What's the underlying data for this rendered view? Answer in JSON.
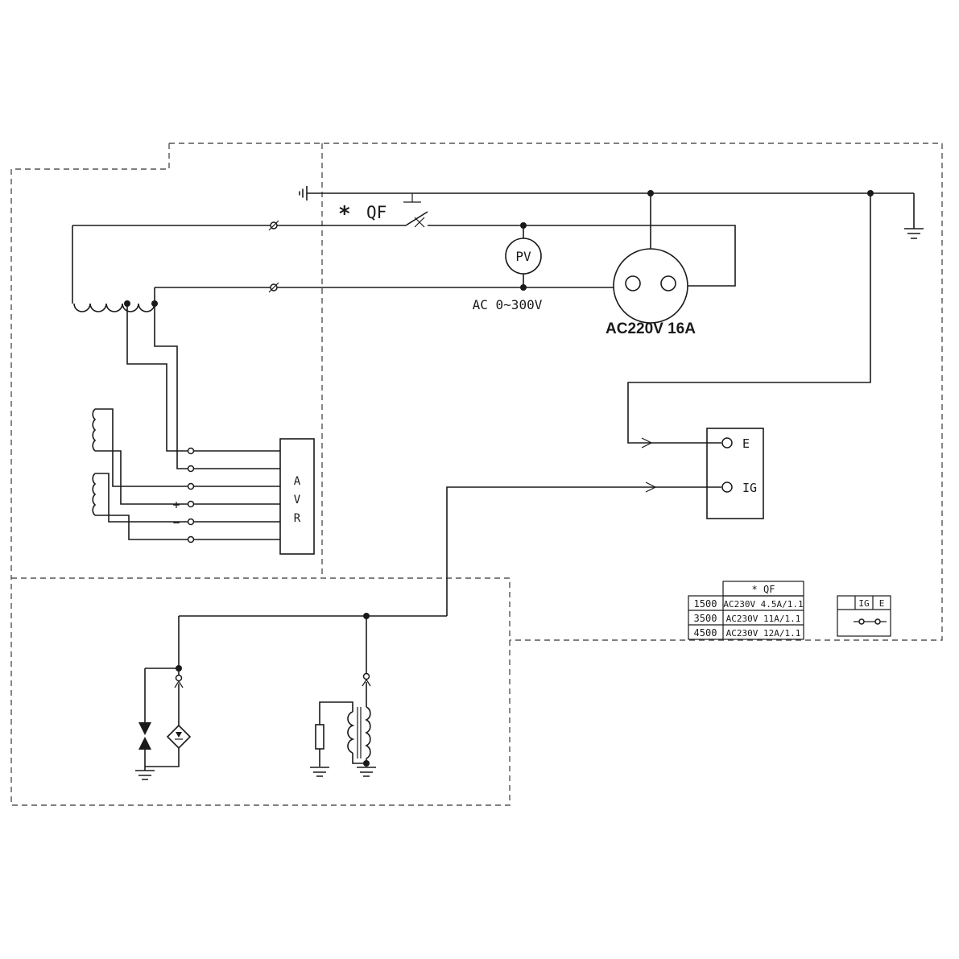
{
  "diagram": {
    "type": "generator-wiring-schematic",
    "labels": {
      "asterisk": "*",
      "breaker": "QF",
      "voltmeter": "PV",
      "voltmeter_range": "AC 0~300V",
      "socket": "AC220V 16A",
      "terminal_e": "E",
      "terminal_ig": "IG",
      "avr": [
        "A",
        "V",
        "R"
      ],
      "plus": "+",
      "minus": "−"
    },
    "qf_table": {
      "header": "* QF",
      "rows": [
        {
          "model": "1500",
          "spec": "AC230V 4.5A/1.1"
        },
        {
          "model": "3500",
          "spec": "AC230V 11A/1.1"
        },
        {
          "model": "4500",
          "spec": "AC230V 12A/1.1"
        }
      ]
    },
    "ignition_switch_table": {
      "terminal_1": "IG",
      "terminal_2": "E"
    },
    "colors": {
      "wire": "#1a1a1a",
      "border_dash": "#555555",
      "background": "#ffffff"
    }
  }
}
